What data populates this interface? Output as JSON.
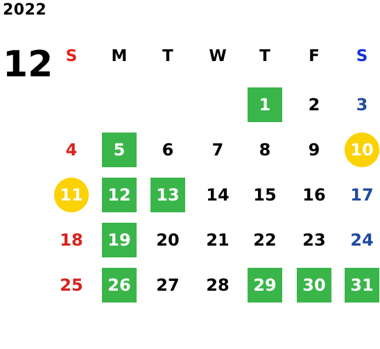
{
  "year": "2022",
  "month": "12",
  "weekdays": [
    "S",
    "M",
    "T",
    "W",
    "T",
    "F",
    "S"
  ],
  "days": [
    {
      "d": "1",
      "col": 4,
      "row": 0,
      "mark": "green"
    },
    {
      "d": "2",
      "col": 5,
      "row": 0,
      "mark": ""
    },
    {
      "d": "3",
      "col": 6,
      "row": 0,
      "mark": ""
    },
    {
      "d": "4",
      "col": 0,
      "row": 1,
      "mark": ""
    },
    {
      "d": "5",
      "col": 1,
      "row": 1,
      "mark": "green"
    },
    {
      "d": "6",
      "col": 2,
      "row": 1,
      "mark": ""
    },
    {
      "d": "7",
      "col": 3,
      "row": 1,
      "mark": ""
    },
    {
      "d": "8",
      "col": 4,
      "row": 1,
      "mark": ""
    },
    {
      "d": "9",
      "col": 5,
      "row": 1,
      "mark": ""
    },
    {
      "d": "10",
      "col": 6,
      "row": 1,
      "mark": "gold"
    },
    {
      "d": "11",
      "col": 0,
      "row": 2,
      "mark": "gold"
    },
    {
      "d": "12",
      "col": 1,
      "row": 2,
      "mark": "green"
    },
    {
      "d": "13",
      "col": 2,
      "row": 2,
      "mark": "green"
    },
    {
      "d": "14",
      "col": 3,
      "row": 2,
      "mark": ""
    },
    {
      "d": "15",
      "col": 4,
      "row": 2,
      "mark": ""
    },
    {
      "d": "16",
      "col": 5,
      "row": 2,
      "mark": ""
    },
    {
      "d": "17",
      "col": 6,
      "row": 2,
      "mark": ""
    },
    {
      "d": "18",
      "col": 0,
      "row": 3,
      "mark": ""
    },
    {
      "d": "19",
      "col": 1,
      "row": 3,
      "mark": "green"
    },
    {
      "d": "20",
      "col": 2,
      "row": 3,
      "mark": ""
    },
    {
      "d": "21",
      "col": 3,
      "row": 3,
      "mark": ""
    },
    {
      "d": "22",
      "col": 4,
      "row": 3,
      "mark": ""
    },
    {
      "d": "23",
      "col": 5,
      "row": 3,
      "mark": ""
    },
    {
      "d": "24",
      "col": 6,
      "row": 3,
      "mark": ""
    },
    {
      "d": "25",
      "col": 0,
      "row": 4,
      "mark": ""
    },
    {
      "d": "26",
      "col": 1,
      "row": 4,
      "mark": "green"
    },
    {
      "d": "27",
      "col": 2,
      "row": 4,
      "mark": ""
    },
    {
      "d": "28",
      "col": 3,
      "row": 4,
      "mark": ""
    },
    {
      "d": "29",
      "col": 4,
      "row": 4,
      "mark": "green"
    },
    {
      "d": "30",
      "col": 5,
      "row": 4,
      "mark": "green"
    },
    {
      "d": "31",
      "col": 6,
      "row": 4,
      "mark": "green"
    }
  ],
  "colors": {
    "green": "#3ab54a",
    "gold": "#fcd203",
    "sunday": "#d8231c",
    "saturday": "#1f4aa0"
  }
}
